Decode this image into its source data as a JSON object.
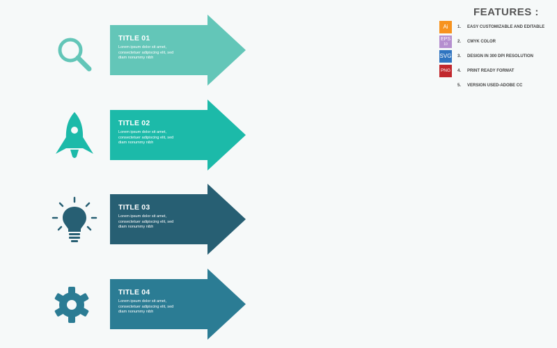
{
  "steps": [
    {
      "title": "TITLE 01",
      "text": "Lorem ipsum dolor sit amet, consectetuer adipiscing elit, sed diam nonummy nibh",
      "color": "#63c6b8",
      "icon_color": "#63c6b8",
      "icon": "magnifier-icon"
    },
    {
      "title": "TITLE 02",
      "text": "Lorem ipsum dolor sit amet, consectetuer adipiscing elit, sed diam nonummy nibh",
      "color": "#1cbaa9",
      "icon_color": "#1cbaa9",
      "icon": "rocket-icon"
    },
    {
      "title": "TITLE 03",
      "text": "Lorem ipsum dolor sit amet, consectetuer adipiscing elit, sed diam nonummy nibh",
      "color": "#275f73",
      "icon_color": "#275f73",
      "icon": "lightbulb-icon"
    },
    {
      "title": "TITLE 04",
      "text": "Lorem ipsum dolor sit amet, consectetuer adipiscing elit, sed diam nonummy nibh",
      "color": "#2b7c94",
      "icon_color": "#2b7c94",
      "icon": "gear-icon"
    }
  ],
  "features": {
    "title": "FEATURES :",
    "items": [
      {
        "num": "1.",
        "text": "EASY CUSTOMIZABLE AND EDITABLE",
        "badge": "Ai",
        "badge_color": "#f7931e"
      },
      {
        "num": "2.",
        "text": "CMYK COLOR",
        "badge": "EPS",
        "badge_sub": "10",
        "badge_color": "#b58fcf"
      },
      {
        "num": "3.",
        "text": "DESIGN IN 300 DPI RESOLUTION",
        "badge": "SVG",
        "badge_color": "#2f74c0"
      },
      {
        "num": "4.",
        "text": "PRINT READY FORMAT",
        "badge": "PNG",
        "badge_color": "#c1272d"
      },
      {
        "num": "5.",
        "text": "VERSION USED-ADOBE CC",
        "badge": "",
        "badge_color": ""
      }
    ]
  }
}
